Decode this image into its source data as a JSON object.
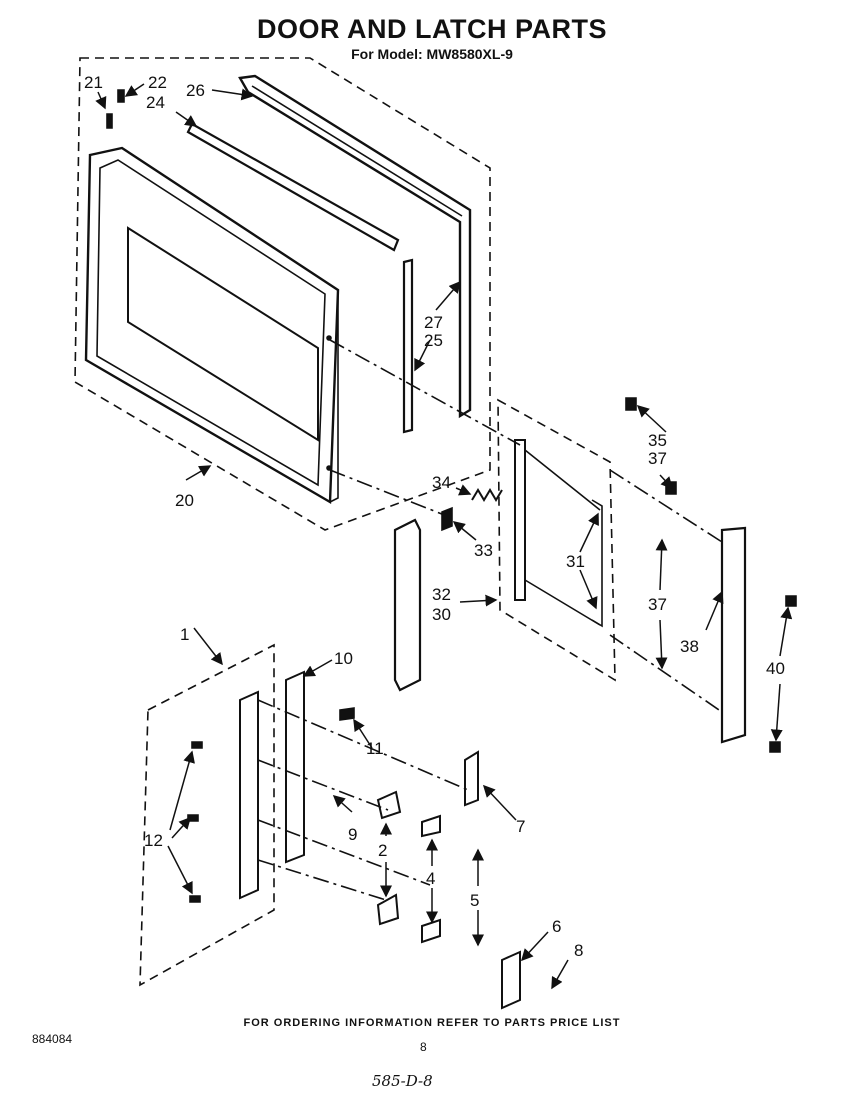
{
  "title": "DOOR AND LATCH PARTS",
  "subtitle": "For Model: MW8580XL-9",
  "footer_note": "FOR ORDERING INFORMATION REFER TO PARTS PRICE LIST",
  "doc_number": "884084",
  "page_number": "8",
  "handwritten_code": "585-D-8",
  "callouts": {
    "c1": "1",
    "c2": "2",
    "c4": "4",
    "c5": "5",
    "c6": "6",
    "c7": "7",
    "c8": "8",
    "c9": "9",
    "c10": "10",
    "c11": "11",
    "c12": "12",
    "c20": "20",
    "c21": "21",
    "c22": "22",
    "c24": "24",
    "c25": "25",
    "c26": "26",
    "c27": "27",
    "c30": "30",
    "c31": "31",
    "c32": "32",
    "c33": "33",
    "c34": "34",
    "c35": "35",
    "c37a": "37",
    "c37b": "37",
    "c38": "38",
    "c40": "40"
  }
}
